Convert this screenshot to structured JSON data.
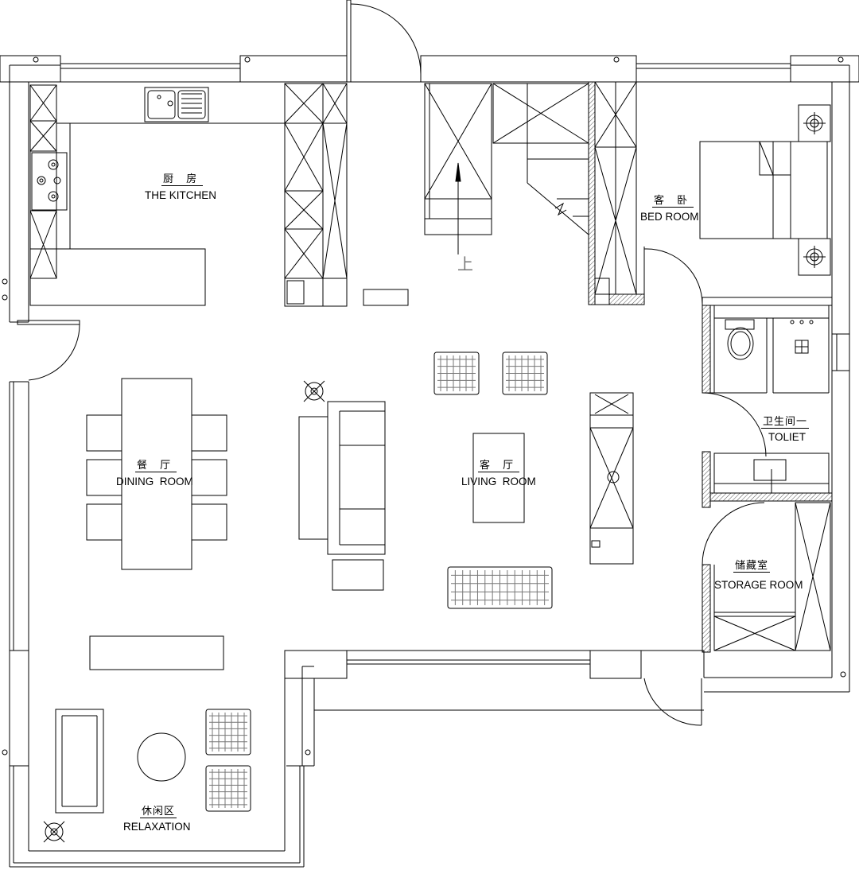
{
  "rooms": {
    "kitchen": {
      "cn": "厨 房",
      "en": "THE KITCHEN"
    },
    "bedroom": {
      "cn": "客 卧",
      "en": "BED ROOM"
    },
    "toilet": {
      "cn": "卫生间一",
      "en": "TOLIET"
    },
    "dining": {
      "cn": "餐 厅",
      "en": "DINING  ROOM"
    },
    "living": {
      "cn": "客 厅",
      "en": "LIVING  ROOM"
    },
    "storage": {
      "cn": "储藏室",
      "en": "STORAGE ROOM"
    },
    "relaxation": {
      "cn": "休闲区",
      "en": "RELAXATION"
    }
  },
  "stairs": {
    "up_label": "上"
  },
  "colors": {
    "line": "#000000",
    "background": "#ffffff",
    "hatch": "#555555"
  }
}
